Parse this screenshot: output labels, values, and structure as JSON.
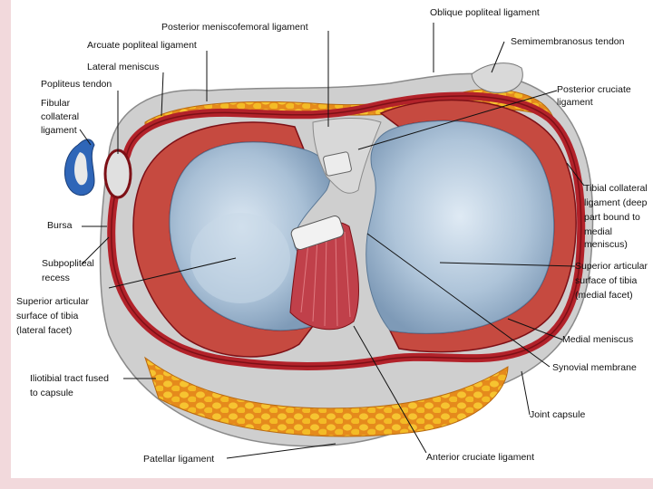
{
  "colors": {
    "page_bg": "#f2d9dc",
    "canvas_bg": "#ffffff",
    "capsule_red": "#b2222a",
    "capsule_dark": "#7d1016",
    "cartilage_blue": "#9fb8cf",
    "cartilage_light": "#cfdfec",
    "fat_yellow": "#f1b822",
    "fat_orange": "#e58a1c",
    "tissue_gray": "#c8c8c8",
    "bursa_blue": "#2f66b8"
  },
  "labels": {
    "oblique_popliteal": "Oblique popliteal ligament",
    "posterior_meniscofemoral": "Posterior meniscofemoral ligament",
    "semimembranosus": "Semimembranosus tendon",
    "arcuate_popliteal": "Arcuate popliteal ligament",
    "lateral_meniscus": "Lateral meniscus",
    "popliteus_tendon": "Popliteus tendon",
    "posterior_cruciate_1": "Posterior cruciate",
    "posterior_cruciate_2": "ligament",
    "fibular_collateral_1": "Fibular",
    "fibular_collateral_2": "collateral",
    "fibular_collateral_3": "ligament",
    "tibial_collateral_1": "Tibial collateral",
    "tibial_collateral_2": "ligament (deep",
    "tibial_collateral_3": "part bound to",
    "tibial_collateral_4": "medial",
    "tibial_collateral_5": "meniscus)",
    "bursa": "Bursa",
    "subpopliteal_1": "Subpopliteal",
    "subpopliteal_2": "recess",
    "superior_articular_medial_1": "Superior articular",
    "superior_articular_medial_2": "surface of tibia",
    "superior_articular_medial_3": "(medial facet)",
    "superior_articular_lateral_1": "Superior articular",
    "superior_articular_lateral_2": "surface of tibia",
    "superior_articular_lateral_3": "(lateral facet)",
    "medial_meniscus": "Medial meniscus",
    "synovial_membrane": "Synovial membrane",
    "iliotibial_1": "Iliotibial tract fused",
    "iliotibial_2": "to capsule",
    "joint_capsule": "Joint capsule",
    "patellar_ligament": "Patellar ligament",
    "anterior_cruciate": "Anterior cruciate ligament"
  }
}
